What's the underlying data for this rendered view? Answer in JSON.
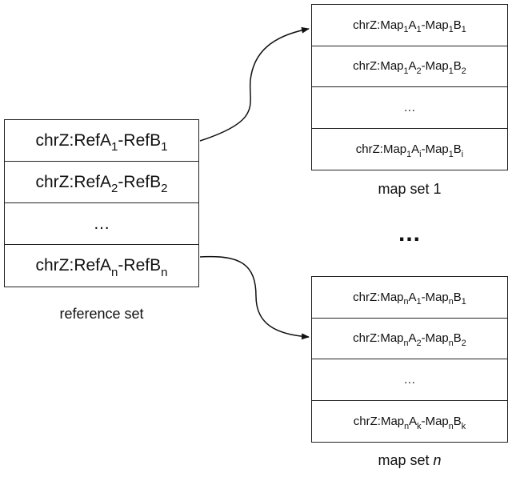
{
  "reference": {
    "rows": [
      {
        "pre": "chrZ:RefA",
        "s1": "1",
        "mid": "-RefB",
        "s2": "1"
      },
      {
        "pre": "chrZ:RefA",
        "s1": "2",
        "mid": "-RefB",
        "s2": "2"
      },
      {
        "ellipsis": "…"
      },
      {
        "pre": "chrZ:RefA",
        "s1": "n",
        "mid": "-RefB",
        "s2": "n"
      }
    ],
    "caption": "reference set"
  },
  "map_set_1": {
    "rows": [
      {
        "a": "chrZ:Map",
        "sa": "1",
        "b": "A",
        "sb": "1",
        "c": "-Map",
        "sc": "1",
        "d": "B",
        "sd": "1"
      },
      {
        "a": "chrZ:Map",
        "sa": "1",
        "b": "A",
        "sb": "2",
        "c": "-Map",
        "sc": "1",
        "d": "B",
        "sd": "2"
      },
      {
        "ellipsis": "…"
      },
      {
        "a": "chrZ:Map",
        "sa": "1",
        "b": "A",
        "sb": "i",
        "c": "-Map",
        "sc": "1",
        "d": "B",
        "sd": "i"
      }
    ],
    "caption": "map set 1"
  },
  "map_set_n": {
    "rows": [
      {
        "a": "chrZ:Map",
        "sa": "n",
        "b": "A",
        "sb": "1",
        "c": "-Map",
        "sc": "n",
        "d": "B",
        "sd": "1"
      },
      {
        "a": "chrZ:Map",
        "sa": "n",
        "b": "A",
        "sb": "2",
        "c": "-Map",
        "sc": "n",
        "d": "B",
        "sd": "2"
      },
      {
        "ellipsis": "…"
      },
      {
        "a": "chrZ:Map",
        "sa": "n",
        "b": "A",
        "sb": "k",
        "c": "-Map",
        "sc": "n",
        "d": "B",
        "sd": "k"
      }
    ],
    "caption_prefix": "map set ",
    "caption_italic": "n"
  },
  "between_sets": "..."
}
